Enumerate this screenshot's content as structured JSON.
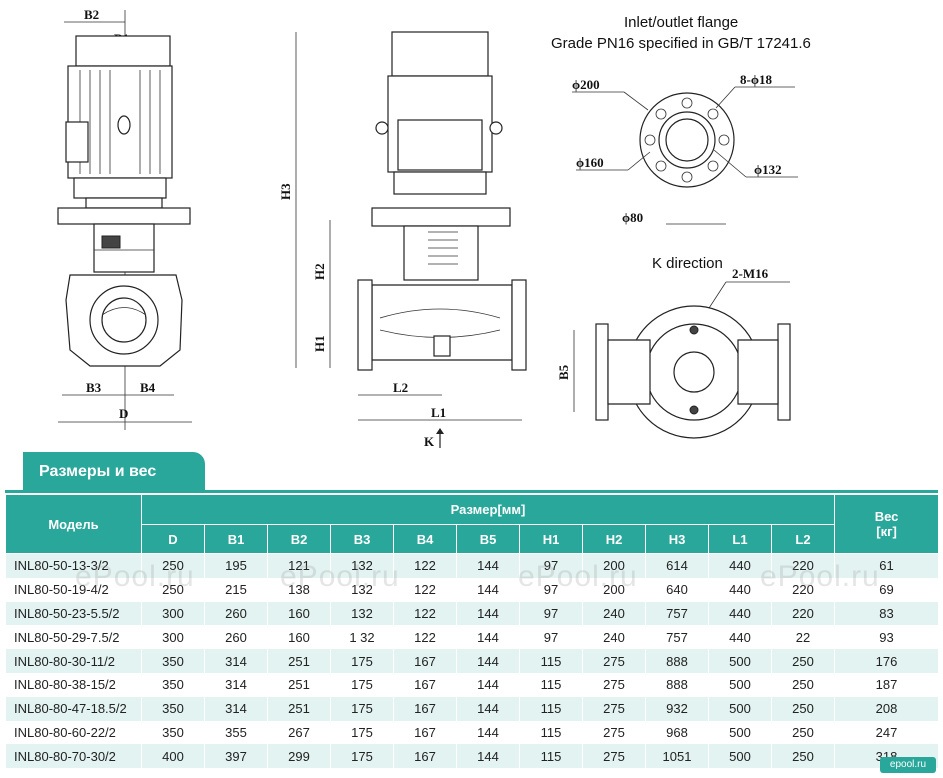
{
  "drawing": {
    "flange_title_1": "Inlet/outlet flange",
    "flange_title_2": "Grade PN16 specified in GB/T 17241.6",
    "k_direction": "K direction",
    "labels": {
      "b2": "B2",
      "b1": "B1",
      "b3": "B3",
      "b4": "B4",
      "d": "D",
      "h3": "H3",
      "h2": "H2",
      "h1": "H1",
      "l2": "L2",
      "l1": "L1",
      "k": "K",
      "phi200": "ϕ200",
      "holes": "8-ϕ18",
      "phi160": "ϕ160",
      "phi132": "ϕ132",
      "phi80": "ϕ80",
      "m16": "2-M16",
      "b5": "B5"
    }
  },
  "section_title": "Размеры и вес",
  "table": {
    "model_header": "Модель",
    "size_header": "Размер[мм]",
    "weight_header_1": "Вес",
    "weight_header_2": "[кг]",
    "columns": [
      "D",
      "B1",
      "B2",
      "B3",
      "B4",
      "B5",
      "H1",
      "H2",
      "H3",
      "L1",
      "L2"
    ],
    "rows": [
      [
        "INL80-50-13-3/2",
        "250",
        "195",
        "121",
        "132",
        "122",
        "144",
        "97",
        "200",
        "614",
        "440",
        "220",
        "61"
      ],
      [
        "INL80-50-19-4/2",
        "250",
        "215",
        "138",
        "132",
        "122",
        "144",
        "97",
        "200",
        "640",
        "440",
        "220",
        "69"
      ],
      [
        "INL80-50-23-5.5/2",
        "300",
        "260",
        "160",
        "132",
        "122",
        "144",
        "97",
        "240",
        "757",
        "440",
        "220",
        "83"
      ],
      [
        "INL80-50-29-7.5/2",
        "300",
        "260",
        "160",
        "1 32",
        "122",
        "144",
        "97",
        "240",
        "757",
        "440",
        "22",
        "93"
      ],
      [
        "INL80-80-30-11/2",
        "350",
        "314",
        "251",
        "175",
        "167",
        "144",
        "115",
        "275",
        "888",
        "500",
        "250",
        "176"
      ],
      [
        "INL80-80-38-15/2",
        "350",
        "314",
        "251",
        "175",
        "167",
        "144",
        "115",
        "275",
        "888",
        "500",
        "250",
        "187"
      ],
      [
        "INL80-80-47-18.5/2",
        "350",
        "314",
        "251",
        "175",
        "167",
        "144",
        "115",
        "275",
        "932",
        "500",
        "250",
        "208"
      ],
      [
        "INL80-80-60-22/2",
        "350",
        "355",
        "267",
        "175",
        "167",
        "144",
        "115",
        "275",
        "968",
        "500",
        "250",
        "247"
      ],
      [
        "INL80-80-70-30/2",
        "400",
        "397",
        "299",
        "175",
        "167",
        "144",
        "115",
        "275",
        "1051",
        "500",
        "250",
        "318"
      ]
    ]
  },
  "watermarks": [
    "ePool.ru",
    "ePool.ru",
    "ePool.ru",
    "ePool.ru"
  ],
  "logo": "epool.ru",
  "colors": {
    "teal": "#2aa79b",
    "row_alt": "#e2f3f1"
  }
}
